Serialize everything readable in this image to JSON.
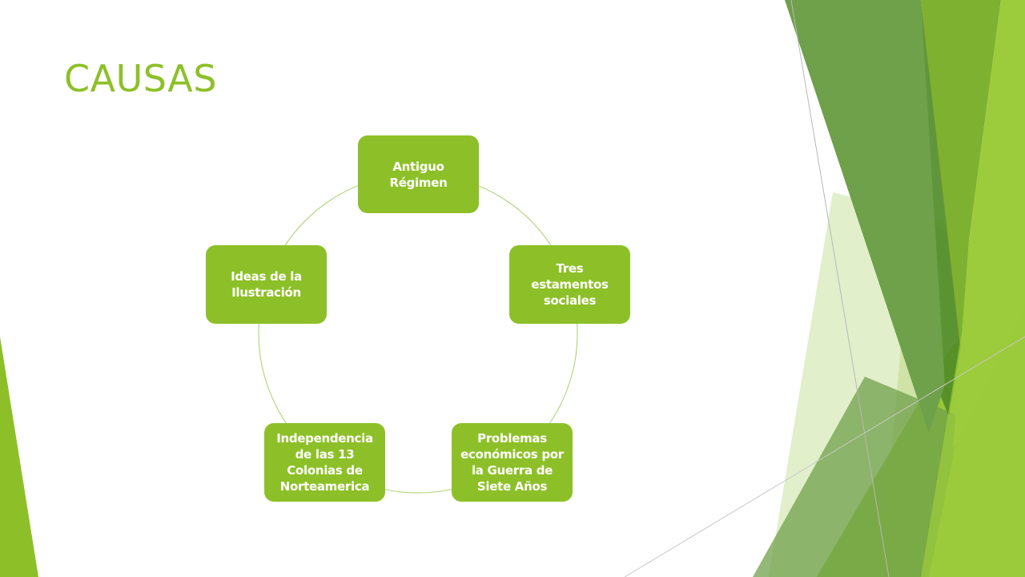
{
  "slide": {
    "title": "CAUSAS"
  },
  "diagram": {
    "type": "cycle",
    "colors": {
      "node_fill": "#8dc028",
      "node_text": "#ffffff",
      "connector": "#a9cf6a",
      "title": "#8dc028"
    },
    "nodes": [
      {
        "label": "Antiguo Régimen"
      },
      {
        "label": "Tres estamentos sociales"
      },
      {
        "label": "Problemas económicos por la Guerra de Siete Años"
      },
      {
        "label": "Independencia de las 13 Colonias de Norteamerica"
      },
      {
        "label": "Ideas de la Ilustración"
      }
    ]
  },
  "theme": {
    "decoration": "green angular facets",
    "colors": [
      "#8dc028",
      "#6fa04a",
      "#7eb12f",
      "#cfe3a6",
      "#e2efcb",
      "#4f8a26",
      "#9ccc3c"
    ]
  }
}
